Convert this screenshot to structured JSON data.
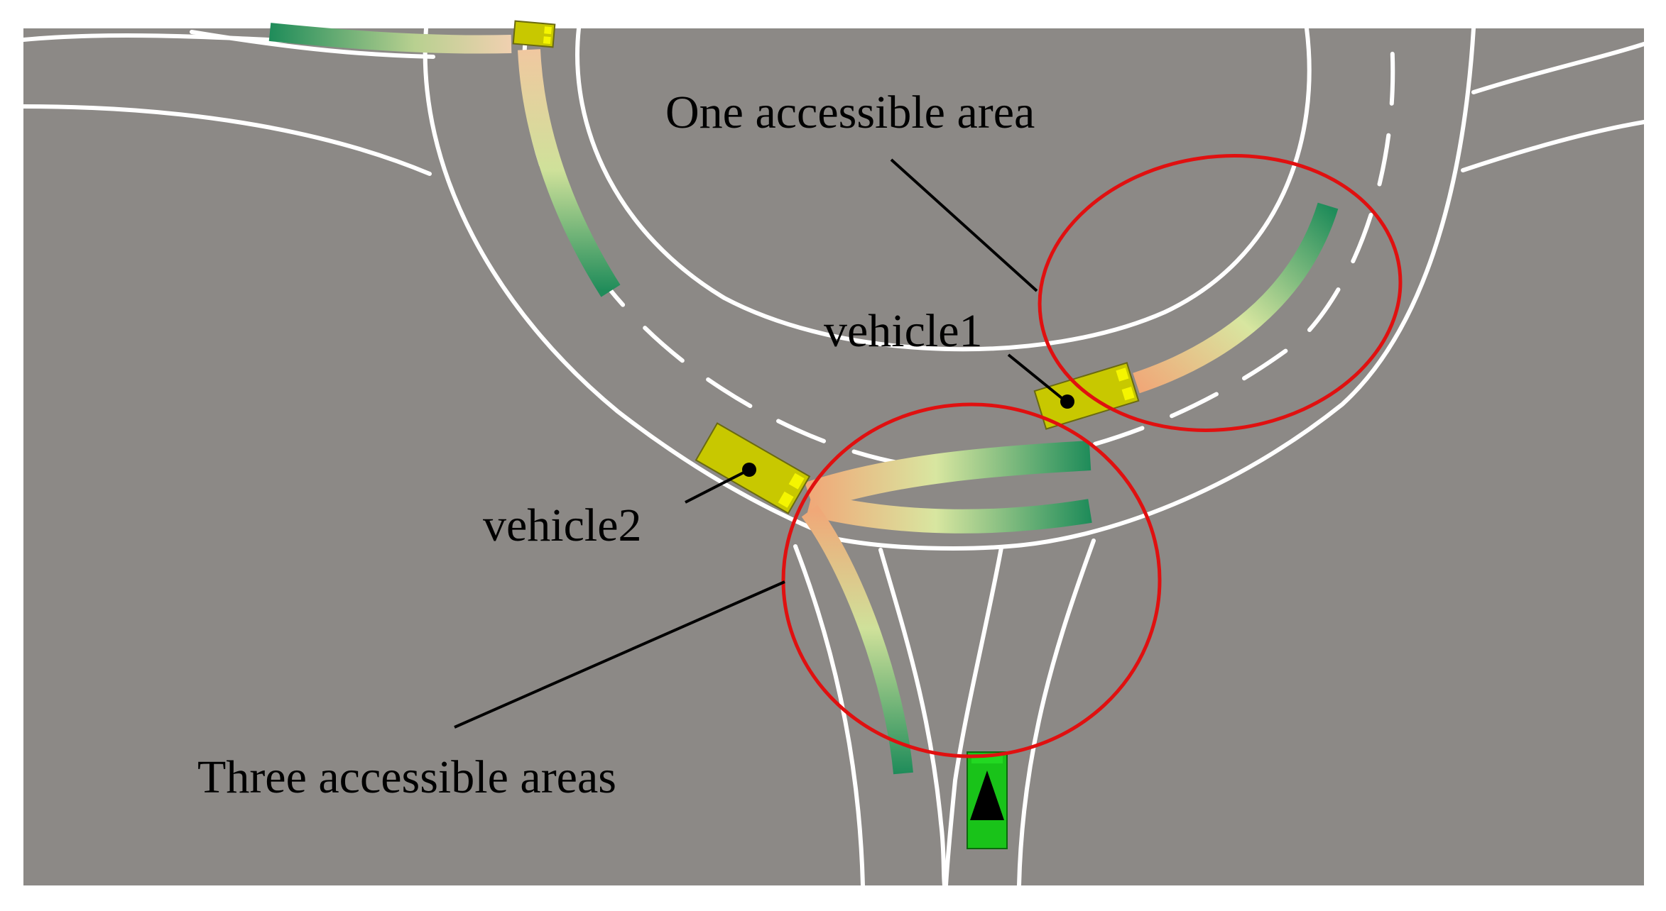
{
  "labels": {
    "one_area": "One accessible area",
    "three_areas": "Three accessible areas",
    "vehicle1": "vehicle1",
    "vehicle2": "vehicle2"
  },
  "colors": {
    "road": "#8c8986",
    "lane_line": "#ffffff",
    "highlight_circle": "#e01010",
    "vehicle_other": "#c8c800",
    "vehicle_other_front": "#f5f500",
    "vehicle_ego": "#19c319",
    "trajectory_start": "#f0a878",
    "trajectory_mid": "#d8e6a0",
    "trajectory_end": "#1f8c5a"
  },
  "icons": {
    "ego_vehicle_heading": "black-triangle-arrow"
  }
}
